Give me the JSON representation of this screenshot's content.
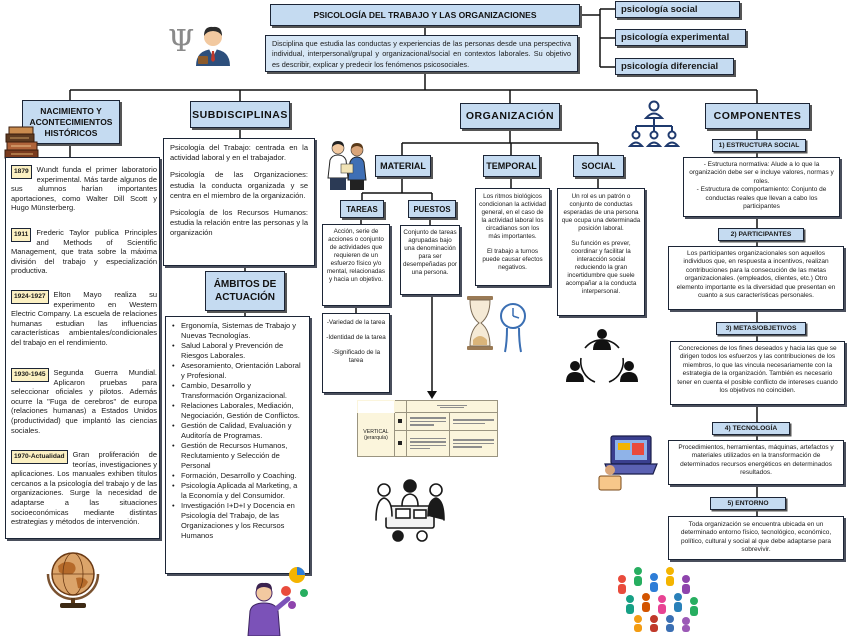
{
  "title": "PSICOLOGÍA DEL TRABAJO Y LAS ORGANIZACIONES",
  "psi_symbol": "Ψ",
  "definition": "Disciplina que estudia las conductas y experiencias de las personas desde una perspectiva individual, interpersonal/grupal y organizacional/social en contextos laborales. Su objetivo es describir, explicar y predecir los fenómenos psicosociales.",
  "related_fields": [
    "psicología social",
    "psicología experimental",
    "psicología diferencial"
  ],
  "history": {
    "title": "NACIMIENTO Y ACONTECIMIENTOS HISTÓRICOS",
    "events": [
      {
        "year": "1879",
        "text": "Wundt funda el primer laboratorio experimental. Más tarde algunos de sus alumnos harían importantes aportaciones, como Walter Dill Scott y Hugo Münsterberg."
      },
      {
        "year": "1911",
        "text": "Frederic Taylor publica Principles and Methods of Scientific Management, que trata sobre la máxima división del trabajo y especialización productiva."
      },
      {
        "year": "1924-1927",
        "text": "Elton Mayo realiza su experimento en Western Electric Company. La escuela de relaciones humanas estudian las influencias características ambientales/condicionales del trabajo en el rendimiento."
      },
      {
        "year": "1930-1945",
        "text": "Segunda Guerra Mundial. Aplicaron pruebas para seleccionar oficiales y pilotos. Además ocurre la \"Fuga de cerebros\" de europa (relaciones humanas) a Estados Unidos (productividad) que implantó las ciencias sociales."
      },
      {
        "year": "1970-Actualidad",
        "text": "Gran proliferación de teorías, investigaciones y aplicaciones. Los manuales exhiben títulos cercanos a la psicología del trabajo y de las organizaciones. Surge la necesidad de adaptarse a las situaciones socioeconómicas mediante distintas estrategias y métodos de intervención."
      }
    ]
  },
  "subdisciplines": {
    "title": "SUBDISCIPLINAS",
    "items": [
      "Psicología del Trabajo: centrada en la actividad laboral y en el trabajador.",
      "Psicología de las Organizaciones: estudia la conducta organizada y se centra en el miembro de la organización.",
      "Psicología de los Recursos Humanos: estudia la relación entre las personas y la organización"
    ]
  },
  "scopes": {
    "title": "ÁMBITOS DE ACTUACIÓN",
    "items": [
      "Ergonomía, Sistemas de Trabajo y Nuevas Tecnologías.",
      "Salud Laboral y Prevención de Riesgos Laborales.",
      "Asesoramiento, Orientación Laboral y Profesional.",
      "Cambio, Desarrollo y Transformación Organizacional.",
      "Relaciones Laborales, Mediación, Negociación, Gestión de Conflictos.",
      "Gestión de Calidad, Evaluación y Auditoría de Programas.",
      "Gestión de Recursos Humanos, Reclutamiento y Selección de Personal",
      "Formación, Desarrollo y Coaching.",
      "Psicología Aplicada al Marketing, a la Economía y del Consumidor.",
      "Investigación I+D+I y Docencia en Psicología del Trabajo, de las Organizaciones y los Recursos Humanos"
    ]
  },
  "organization": {
    "title": "ORGANIZACIÓN",
    "material": {
      "title": "MATERIAL",
      "tasks": {
        "title": "TAREAS",
        "definition": "Acción, serie de acciones o conjunto de actividades que requieren de un esfuerzo físico y/o mental, relacionadas y hacia un objetivo.",
        "dimensions": [
          "-Variedad de la tarea",
          "-Identidad de la tarea",
          "-Significado de la tarea"
        ]
      },
      "positions": {
        "title": "PUESTOS",
        "definition": "Conjunto de tareas agrupadas bajo una denominación para ser desempeñadas por una persona."
      },
      "table": {
        "row_label": "VERTICAL (jerarquía)"
      }
    },
    "temporal": {
      "title": "TEMPORAL",
      "texts": [
        "Los ritmos biológicos condicionan la actividad general, en el caso de la actividad laboral los circadianos son los más importantes.",
        "El trabajo a turnos puede causar efectos negativos."
      ]
    },
    "social": {
      "title": "SOCIAL",
      "texts": [
        "Un rol es un patrón o conjunto de conductas esperadas de una persona que ocupa una determinada posición laboral.",
        "Su función es prever, coordinar y facilitar la interacción social reduciendo la gran incertidumbre que suele acompañar a la conducta interpersonal."
      ]
    }
  },
  "components": {
    "title": "COMPONENTES",
    "items": [
      {
        "title": "1) ESTRUCTURA SOCIAL",
        "texts": [
          "- Estructura normativa: Alude a lo que la organización debe ser e incluye valores, normas y roles.",
          "- Estructura de comportamiento: Conjunto de conductas reales que llevan a cabo los participantes"
        ]
      },
      {
        "title": "2) PARTICIPANTES",
        "texts": [
          "Los participantes organizacionales son aquellos individuos que, en respuesta a incentivos, realizan contribuciones para la consecución de las metas organizacionales. (empleados, clientes, etc.) Otro elemento importante es la diversidad que presentan en cuanto a sus características personales."
        ]
      },
      {
        "title": "3) METAS/OBJETIVOS",
        "texts": [
          "Concreciones de los fines deseados y hacia las que se dirigen todos los esfuerzos y las contribuciones de los miembros, lo que las vincula necesariamente con la estrategia de la organización. También es necesario tener en cuenta el posible conflicto de intereses cuando los objetivos no coinciden."
        ]
      },
      {
        "title": "4) TECNOLOGÍA",
        "texts": [
          "Procedimientos, herramientas, máquinas, artefactos y materiales utilizados en la transformación de determinados recursos energéticos en determinados resultados."
        ]
      },
      {
        "title": "5) ENTORNO",
        "texts": [
          "Toda organización se encuentra ubicada en un determinado entorno físico, tecnológico, económico, político, cultural y social al que debe adaptarse para sobrevivir."
        ]
      }
    ]
  },
  "colors": {
    "header_fill": "#c5dbf1",
    "border": "#1c2536",
    "badge_fill": "#fbf0c2",
    "table_fill": "#fbf5dc"
  },
  "illustrations": [
    "businessman-icon",
    "books-icon",
    "globe-icon",
    "presenter-icon",
    "org-chart-icon",
    "office-workers-icon",
    "hourglass-clock-icon",
    "people-network-icon",
    "team-working-icon",
    "laptop-icon",
    "crowd-icon"
  ]
}
